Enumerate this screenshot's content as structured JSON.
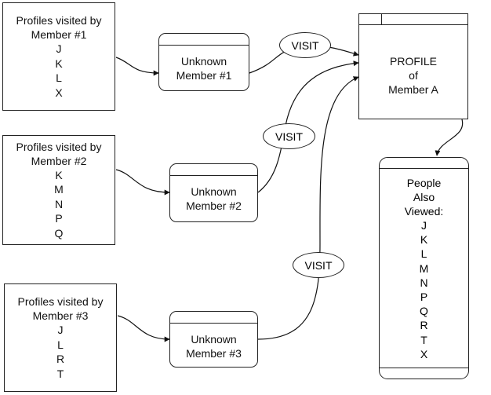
{
  "visited_lists": [
    {
      "title_line1": "Profiles visited by",
      "title_line2": "Member #1",
      "letters": [
        "J",
        "K",
        "L",
        "X"
      ]
    },
    {
      "title_line1": "Profiles visited by",
      "title_line2": "Member #2",
      "letters": [
        "K",
        "M",
        "N",
        "P",
        "Q"
      ]
    },
    {
      "title_line1": "Profiles visited by",
      "title_line2": "Member #3",
      "letters": [
        "J",
        "L",
        "R",
        "T"
      ]
    }
  ],
  "unknown_members": [
    {
      "line1": "Unknown",
      "line2": "Member #1"
    },
    {
      "line1": "Unknown",
      "line2": "Member #2"
    },
    {
      "line1": "Unknown",
      "line2": "Member #3"
    }
  ],
  "visit_labels": [
    "VISIT",
    "VISIT",
    "VISIT"
  ],
  "profile_a": {
    "line1": "PROFILE",
    "line2": "of",
    "line3": "Member A"
  },
  "people_also": {
    "line1": "People",
    "line2": "Also",
    "line3": "Viewed:",
    "letters": [
      "J",
      "K",
      "L",
      "M",
      "N",
      "P",
      "Q",
      "R",
      "T",
      "X"
    ]
  }
}
